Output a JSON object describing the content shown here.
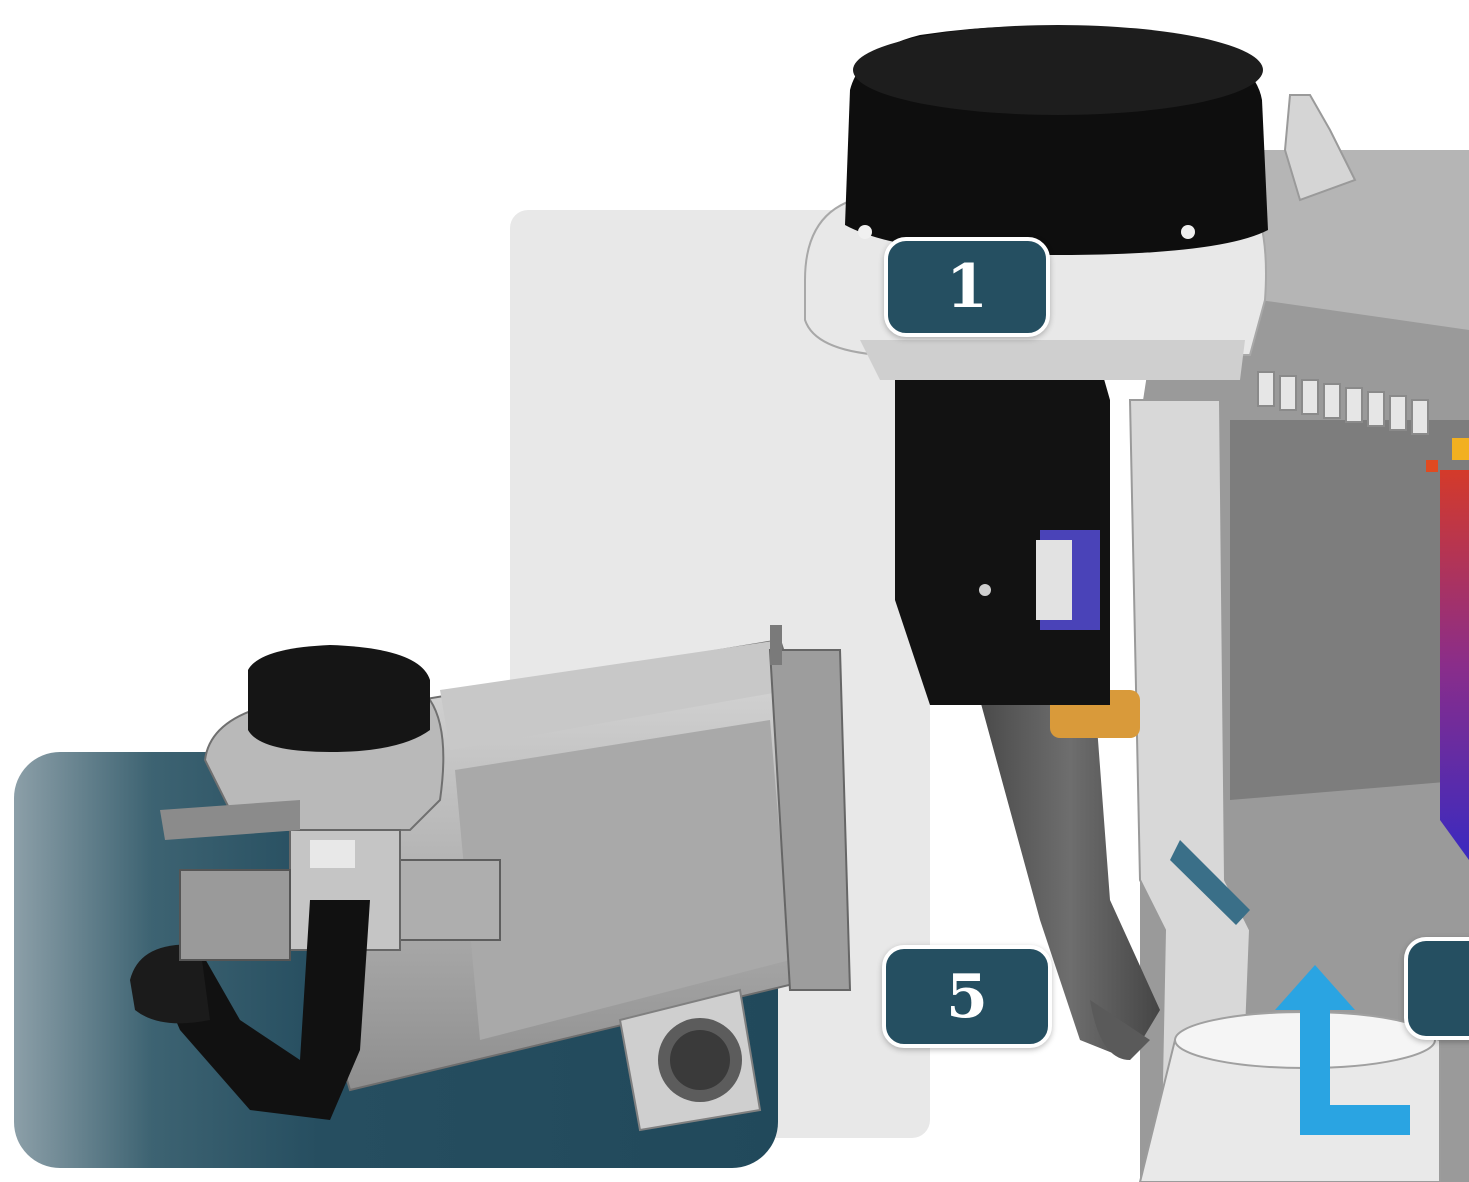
{
  "callouts": {
    "one": "1",
    "five": "5",
    "partial": ""
  },
  "colors": {
    "callout_fill": "#254f61",
    "callout_border": "#ffffff",
    "teal_panel": "#21495b",
    "arrow": "#2aa4e2",
    "heat_gradient_top": "#d43a2a",
    "heat_gradient_bottom": "#3a2ac0"
  },
  "images": {
    "product_photo": "boiler-heat-exchanger-module-photo",
    "cutaway": "fan-and-gas-valve-cross-section"
  },
  "icons": {
    "flow_arrow": "air-inlet-arrow-icon"
  }
}
